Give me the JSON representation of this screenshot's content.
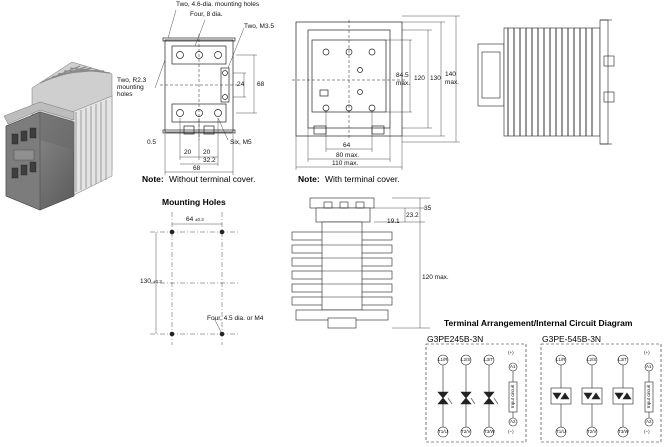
{
  "diagram1": {
    "label_two_holes": "Two, 4.6-dia. mounting holes",
    "label_four_dia": "Four, 8 dia.",
    "label_two_m35": "Two, M3.5",
    "label_two_r23": "Two, R2.3",
    "label_mounting": "mounting",
    "label_holes": "holes",
    "dim_24": "24",
    "dim_68v": "68",
    "dim_05": "0.5",
    "dim_20a": "20",
    "dim_20b": "20",
    "dim_322": "32.2",
    "dim_68h": "68",
    "label_six_m5": "Six, M5",
    "note_bold": "Note:",
    "note_text": "Without terminal cover."
  },
  "diagram2": {
    "dim_845": "84.5",
    "dim_max_a": "max.",
    "dim_120": "120",
    "dim_130": "130",
    "dim_140": "140",
    "dim_max_b": "max.",
    "dim_64": "64",
    "dim_80": "80 max.",
    "dim_110": "110 max.",
    "note_bold": "Note:",
    "note_text": "With terminal cover."
  },
  "mounting_holes": {
    "title": "Mounting Holes",
    "dim_64": "64",
    "tol_64": "±0.3",
    "dim_130": "130",
    "tol_130": "±0.3",
    "label_four": "Four, 4.5 dia. or M4"
  },
  "front_view": {
    "dim_35": "35",
    "dim_191": "19.1",
    "dim_232": "23.2",
    "dim_120": "120 max."
  },
  "terminal": {
    "title": "Terminal Arrangement/Internal Circuit Diagram",
    "model_a": "G3PE245B-3N",
    "model_b": "G3PE-545B-3N",
    "top_terms": [
      "L1/R",
      "L2/S",
      "L3/T"
    ],
    "bot_terms": [
      "T1/U",
      "T2/V",
      "T3/W"
    ],
    "plus": "(+)",
    "minus": "(−)",
    "a1": "A1",
    "a2": "A2",
    "input": "Input circuit"
  }
}
